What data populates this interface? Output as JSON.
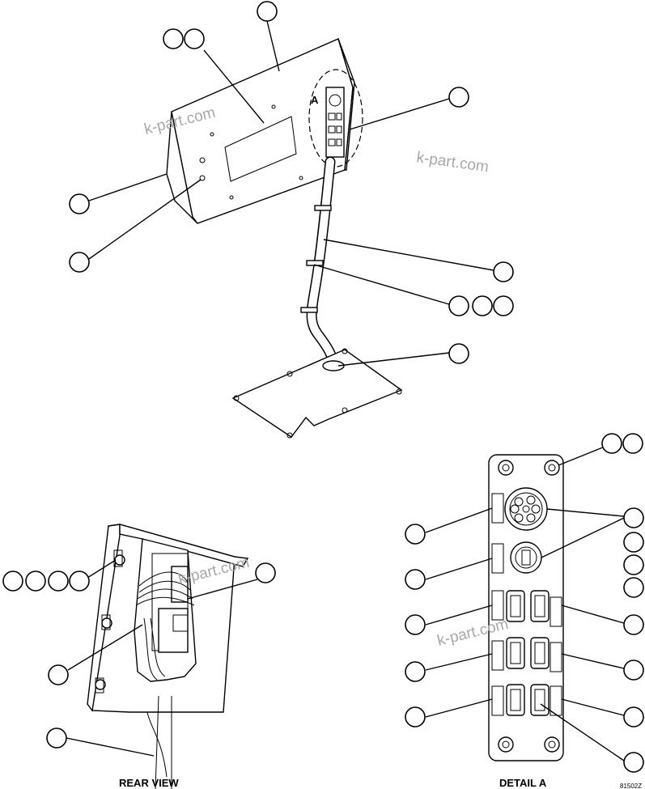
{
  "labels": {
    "detail_marker": "A",
    "rear_view": "REAR VIEW",
    "detail_view": "DETAIL A",
    "figure_number": "81502Z"
  },
  "watermarks": [
    "k-part.com",
    "k-part.com",
    "k-part.com",
    "k-part.com"
  ],
  "colors": {
    "line": "#000000",
    "background": "#ffffff",
    "watermark": "#a8a8a8"
  }
}
